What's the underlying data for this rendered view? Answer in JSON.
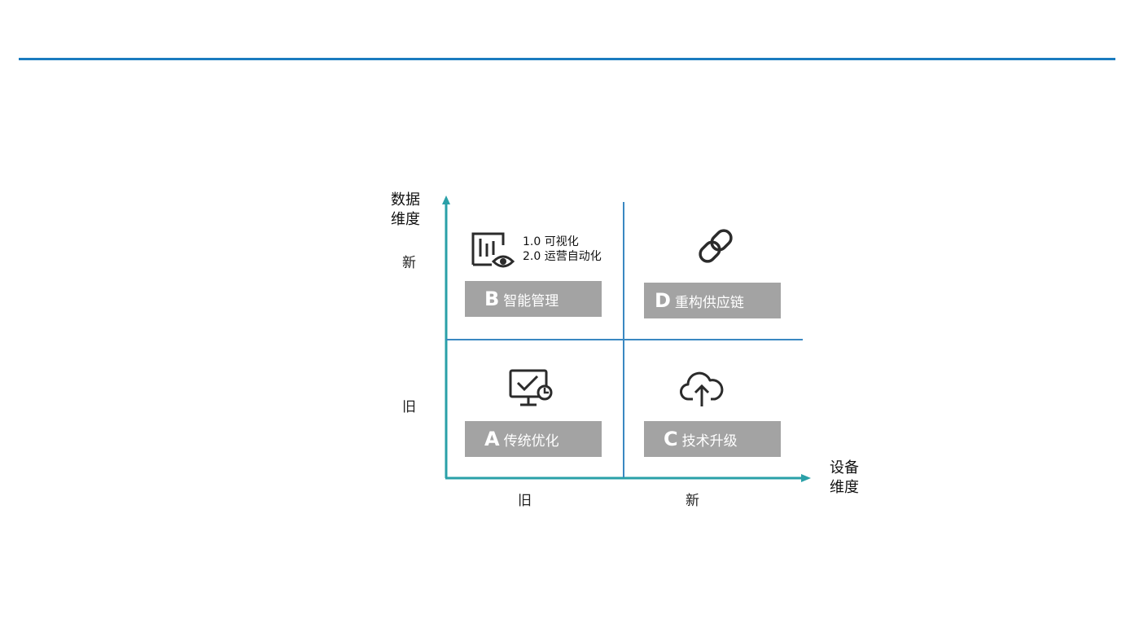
{
  "y_axis": {
    "title": "数据\n维度",
    "ticks": {
      "high": "新",
      "low": "旧"
    }
  },
  "x_axis": {
    "title": "设备\n维度",
    "ticks": {
      "low": "旧",
      "high": "新"
    }
  },
  "quadrants": {
    "A": {
      "letter": "A",
      "text": "传统优化",
      "icon": "monitor-check-icon"
    },
    "B": {
      "letter": "B",
      "text": "智能管理",
      "icon": "chart-eye-icon",
      "notes": [
        "1.0 可视化",
        "2.0 运营自动化"
      ]
    },
    "C": {
      "letter": "C",
      "text": "技术升级",
      "icon": "cloud-upload-icon"
    },
    "D": {
      "letter": "D",
      "text": "重构供应链",
      "icon": "chain-link-icon"
    }
  },
  "colors": {
    "header_rule": "#1a7bbf",
    "axis": "#2aa0a8",
    "grid": "#3a88c2",
    "label_bg": "#a3a3a3",
    "icon": "#2b2b2b"
  }
}
